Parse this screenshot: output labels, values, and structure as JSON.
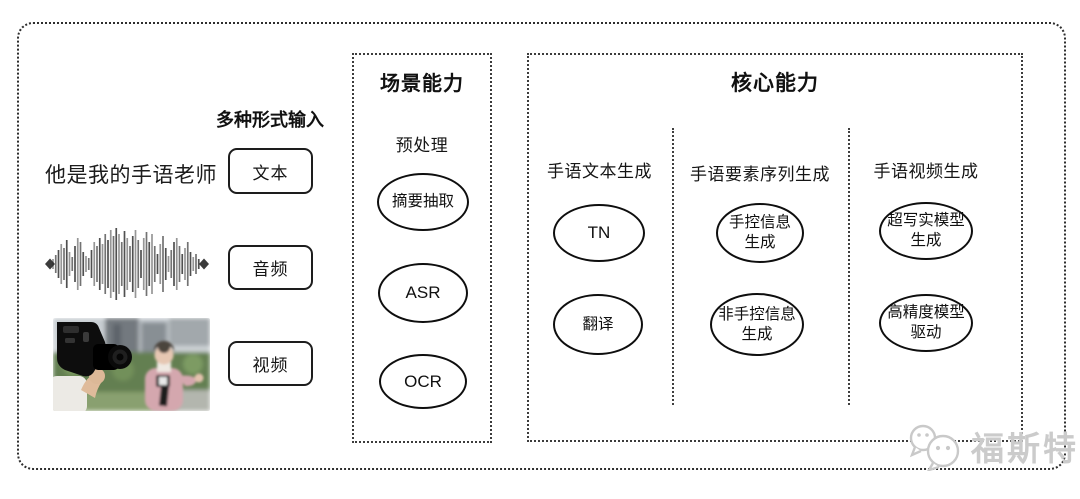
{
  "diagram": {
    "input": {
      "title": "多种形式输入",
      "sample_sentence": "他是我的手语老师",
      "text_label": "文本",
      "audio_label": "音频",
      "video_label": "视频"
    },
    "scene": {
      "title": "场景能力",
      "subtitle": "预处理",
      "nodes": [
        "摘要抽取",
        "ASR",
        "OCR"
      ]
    },
    "core": {
      "title": "核心能力",
      "columns": [
        {
          "heading": "手语文本生成",
          "nodes": [
            "TN",
            "翻译"
          ]
        },
        {
          "heading": "手语要素序列生成",
          "nodes": [
            "手控信息\n生成",
            "非手控信息\n生成"
          ]
        },
        {
          "heading": "手语视频生成",
          "nodes": [
            "超写实模型\n生成",
            "高精度模型\n驱动"
          ]
        }
      ]
    },
    "watermark": {
      "brand": "福斯特"
    }
  },
  "colors": {
    "line": "#0e0e0e",
    "dotted_border": "#2e2e2e",
    "watermark_gray": "#cbcbcb"
  }
}
